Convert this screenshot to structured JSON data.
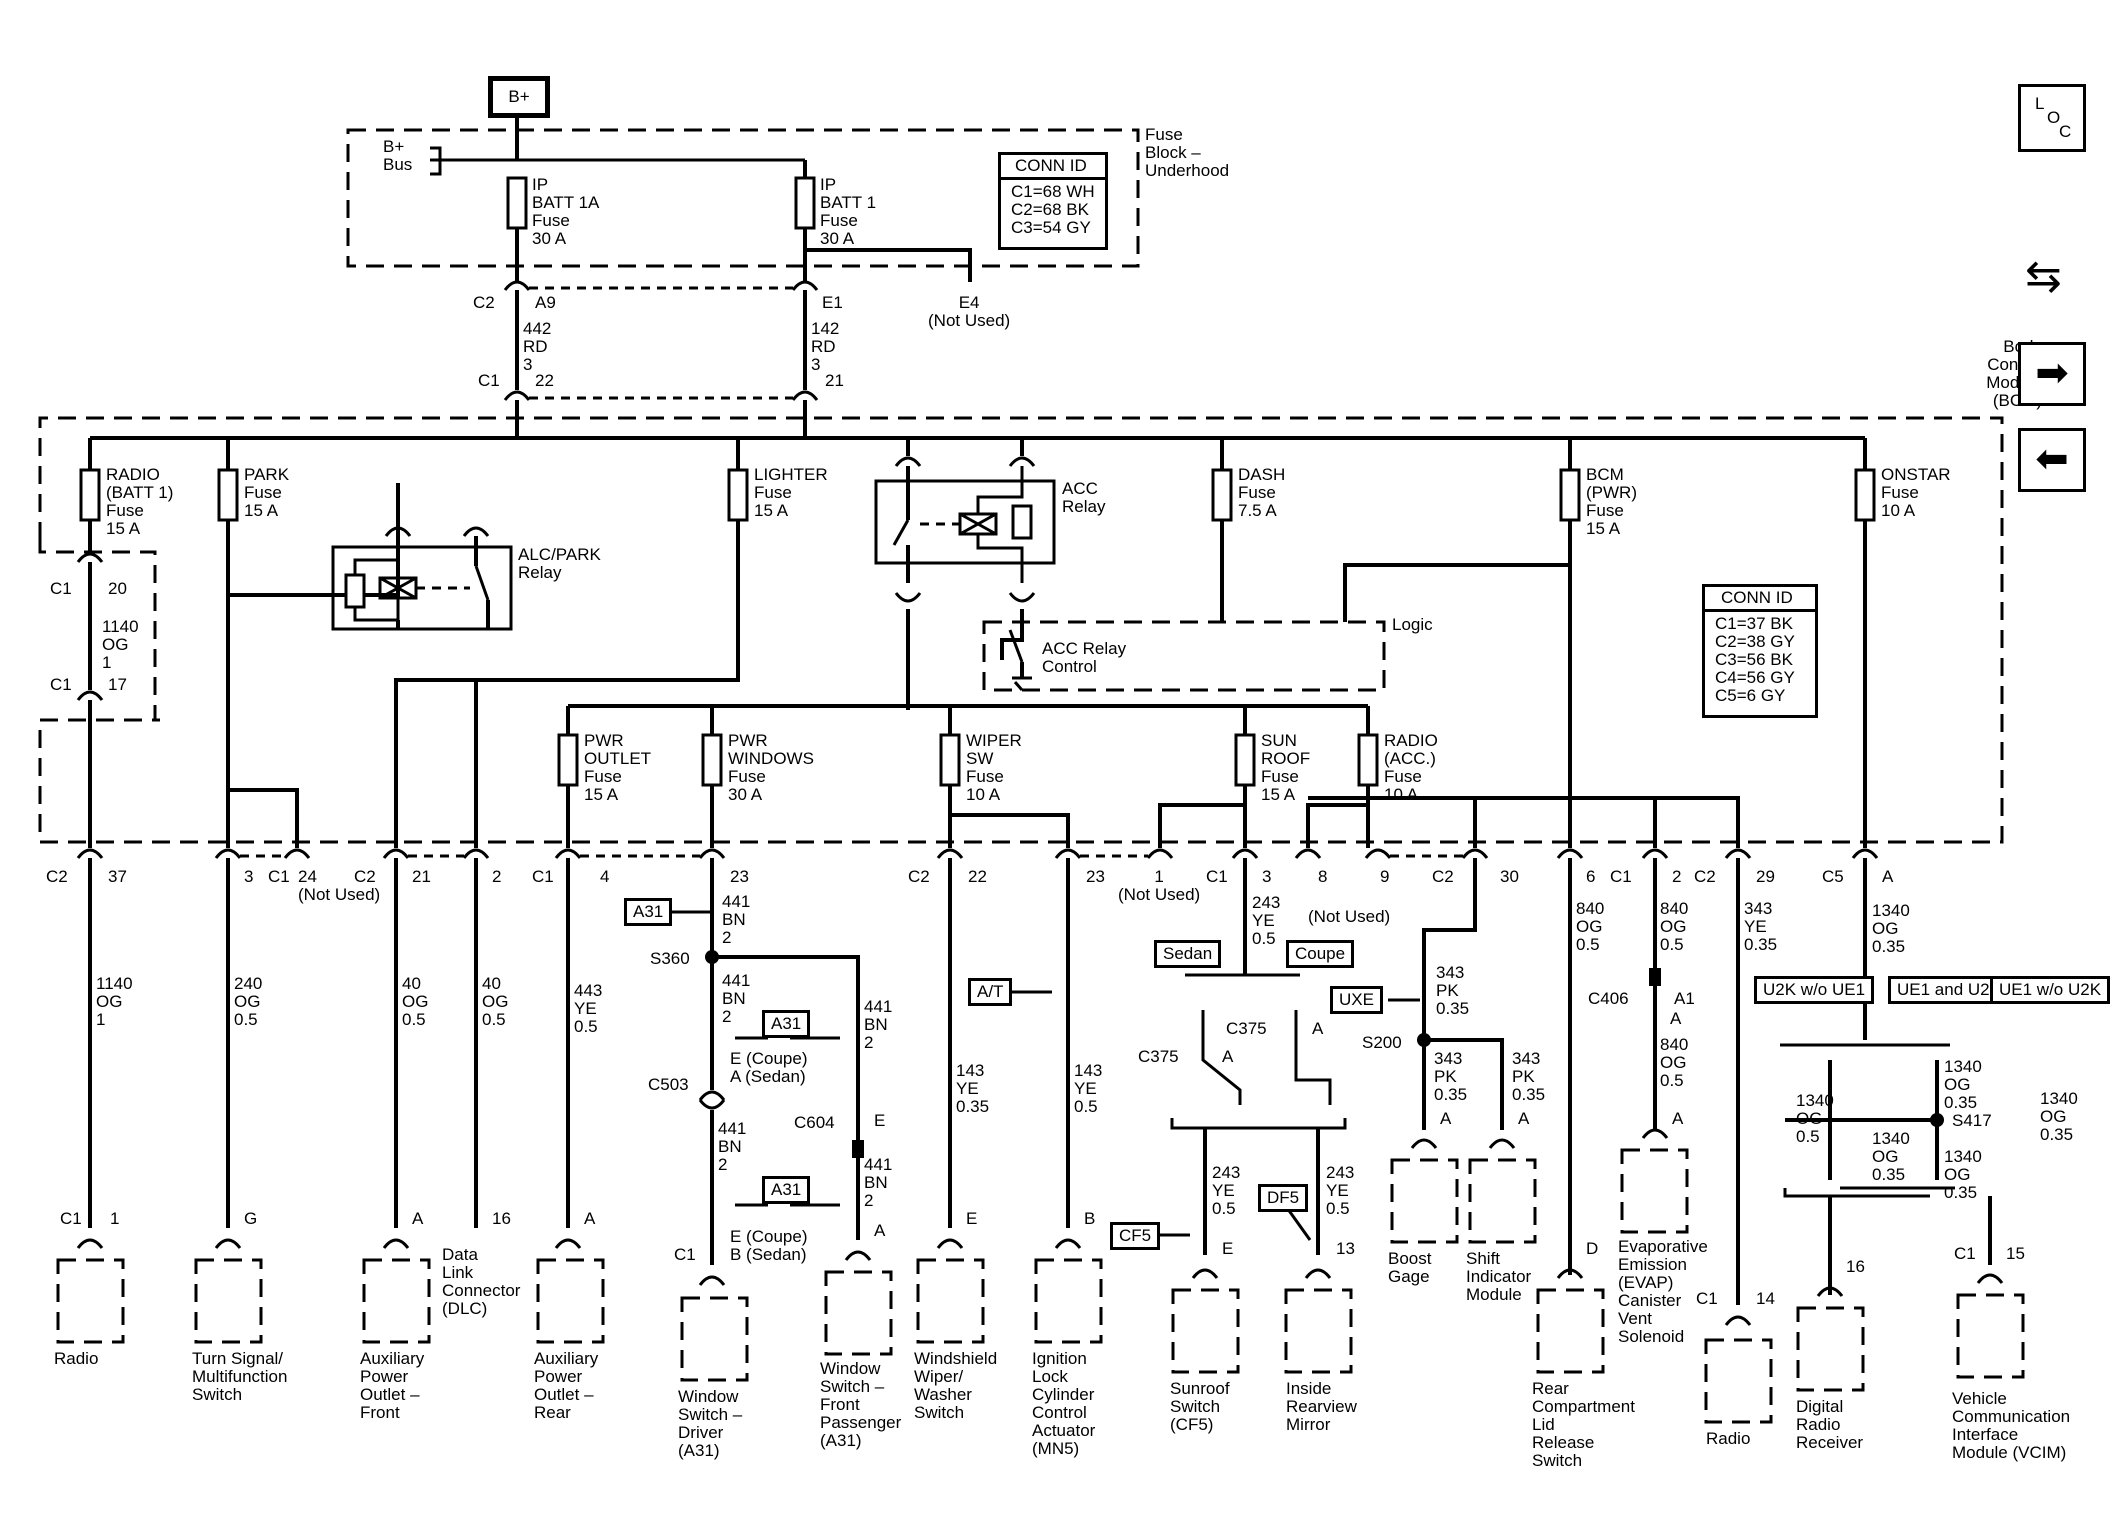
{
  "top": {
    "battery": "B+",
    "bus": "B+\nBus",
    "fuse_block": "Fuse\nBlock –\nUnderhood"
  },
  "conn_id_top": {
    "title": "CONN ID",
    "rows": [
      "C1=68 WH",
      "C2=68 BK",
      "C3=54 GY"
    ]
  },
  "conn_id_bcm": {
    "title": "CONN ID",
    "rows": [
      "C1=37 BK",
      "C2=38 GY",
      "C3=56 BK",
      "C4=56 GY",
      "C5=6 GY"
    ]
  },
  "nav": {
    "loc": "L O C",
    "bcm_label": "Body\nControl\nModule\n(BCM)"
  },
  "fuses": {
    "ip_batt1a": "IP\nBATT 1A\nFuse\n30 A",
    "ip_batt1": "IP\nBATT 1\nFuse\n30 A",
    "radio_batt1": "RADIO\n(BATT 1)\nFuse\n15 A",
    "park": "PARK\nFuse\n15 A",
    "lighter": "LIGHTER\nFuse\n15 A",
    "dash": "DASH\nFuse\n7.5 A",
    "bcm_pwr": "BCM\n(PWR)\nFuse\n15 A",
    "onstar": "ONSTAR\nFuse\n10 A",
    "pwr_outlet": "PWR\nOUTLET\nFuse\n15 A",
    "pwr_windows": "PWR\nWINDOWS\nFuse\n30 A",
    "wiper_sw": "WIPER\nSW\nFuse\n10 A",
    "sun_roof": "SUN\nROOF\nFuse\n15 A",
    "radio_acc": "RADIO\n(ACC.)\nFuse\n10 A"
  },
  "relays": {
    "alc_park": "ALC/PARK\nRelay",
    "acc": "ACC\nRelay",
    "acc_control": "ACC Relay\nControl",
    "logic": "Logic"
  },
  "conn_labels": {
    "c2_top": "C2",
    "a9": "A9",
    "e1": "E1",
    "e4": "E4\n(Not Used)",
    "w442": "442\nRD\n3",
    "w142": "142\nRD\n3",
    "c1_mid": "C1",
    "n22": "22",
    "n21": "21",
    "c1_20": "C1",
    "n20": "20",
    "w1140a": "1140\nOG\n1",
    "c1_17": "C1",
    "n17": "17"
  },
  "bottom_pins": {
    "c2_37": "C2",
    "n37": "37",
    "n3": "3",
    "c1_24": "C1",
    "n24": "24\n(Not Used)",
    "c2_21": "C2",
    "n21b": "21",
    "n2": "2",
    "c1_4": "C1",
    "n4": "4",
    "n23": "23",
    "c2_22": "C2",
    "n22b": "22",
    "n23b": "23",
    "n1nu": "1\n(Not Used)",
    "c1_3": "C1",
    "n3b": "3",
    "n8": "8",
    "n9": "9",
    "n89nu": "(Not Used)",
    "c2_30": "C2",
    "n30": "30",
    "n6": "6",
    "c1_2": "C1",
    "n2b": "2",
    "c2_29": "C2",
    "n29": "29",
    "c5_a": "C5",
    "na": "A"
  },
  "wires": {
    "w1140": "1140\nOG\n1",
    "w240": "240\nOG\n0.5",
    "w40a": "40\nOG\n0.5",
    "w40b": "40\nOG\n0.5",
    "w443": "443\nYE\n0.5",
    "w441a": "441\nBN\n2",
    "w441b": "441\nBN\n2",
    "w441c": "441\nBN\n2",
    "w441d": "441\nBN\n2",
    "w441e": "441\nBN\n2",
    "w143a": "143\nYE\n0.35",
    "w143b": "143\nYE\n0.5",
    "w243a": "243\nYE\n0.5",
    "w343a": "343\nPK\n0.35",
    "w343b": "343\nPK\n0.35",
    "w343c": "343\nPK\n0.35",
    "w840a": "840\nOG\n0.5",
    "w840b": "840\nOG\n0.5",
    "w840c": "840\nOG\n0.5",
    "w343d": "343\nYE\n0.35",
    "w1340a": "1340\nOG\n0.35",
    "w1340b": "1340\nOG\n0.5",
    "w1340c": "1340\nOG\n0.35",
    "w1340d": "1340\nOG\n0.35",
    "w1340e": "1340\nOG\n0.35",
    "w1340f": "1340\nOG\n0.35",
    "w243b": "243\nYE\n0.5",
    "w243c": "243\nYE\n0.5"
  },
  "splices": {
    "s360": "S360",
    "s200": "S200",
    "s417": "S417",
    "c503": "C503",
    "c604": "C604",
    "c406": "C406",
    "c375a": "C375",
    "c375b": "C375",
    "e_coupe_a": "E (Coupe)\nA (Sedan)",
    "e_coupe_b": "E (Coupe)\nB (Sedan)",
    "pin_e": "E",
    "pin_a1": "A1",
    "pin_a_c406": "A",
    "pin_a_c375a": "A",
    "pin_a_c375b": "A"
  },
  "options": {
    "a31a": "A31",
    "a31b": "A31",
    "a31c": "A31",
    "at": "A/T",
    "uxe": "UXE",
    "cf5": "CF5",
    "df5": "DF5",
    "sedan": "Sedan",
    "coupe": "Coupe",
    "u2k": "U2K\nw/o UE1",
    "ue1_u2k": "UE1\nand U2K",
    "ue1_wo": "UE1\nw/o U2K"
  },
  "components": [
    {
      "pin": "C1",
      "num": "1",
      "label": "Radio"
    },
    {
      "pin": "",
      "num": "G",
      "label": "Turn Signal/\nMultifunction\nSwitch"
    },
    {
      "pin": "",
      "num": "A",
      "label": "Auxiliary\nPower\nOutlet –\nFront"
    },
    {
      "pin": "",
      "num": "16",
      "label": "Data\nLink\nConnector\n(DLC)"
    },
    {
      "pin": "",
      "num": "A",
      "label": "Auxiliary\nPower\nOutlet –\nRear"
    },
    {
      "pin": "C1",
      "num": "",
      "label": "Window\nSwitch –\nDriver\n(A31)"
    },
    {
      "pin": "",
      "num": "A",
      "label": "Window\nSwitch –\nFront\nPassenger\n(A31)"
    },
    {
      "pin": "",
      "num": "E",
      "label": "Windshield\nWiper/\nWasher\nSwitch"
    },
    {
      "pin": "",
      "num": "B",
      "label": "Ignition\nLock\nCylinder\nControl\nActuator\n(MN5)"
    },
    {
      "pin": "",
      "num": "E",
      "label": "Sunroof\nSwitch\n(CF5)"
    },
    {
      "pin": "",
      "num": "13",
      "label": "Inside\nRearview\nMirror"
    },
    {
      "pin": "",
      "num": "A",
      "label": "Boost\nGage"
    },
    {
      "pin": "",
      "num": "A",
      "label": "Shift\nIndicator\nModule"
    },
    {
      "pin": "",
      "num": "D",
      "label": "Rear\nCompartment\nLid\nRelease\nSwitch"
    },
    {
      "pin": "",
      "num": "A",
      "label": "Evaporative\nEmission\n(EVAP)\nCanister\nVent\nSolenoid"
    },
    {
      "pin": "C1",
      "num": "14",
      "label": "Radio"
    },
    {
      "pin": "",
      "num": "16",
      "label": "Digital\nRadio\nReceiver"
    },
    {
      "pin": "C1",
      "num": "15",
      "label": "Vehicle\nCommunication\nInterface\nModule (VCIM)"
    }
  ]
}
